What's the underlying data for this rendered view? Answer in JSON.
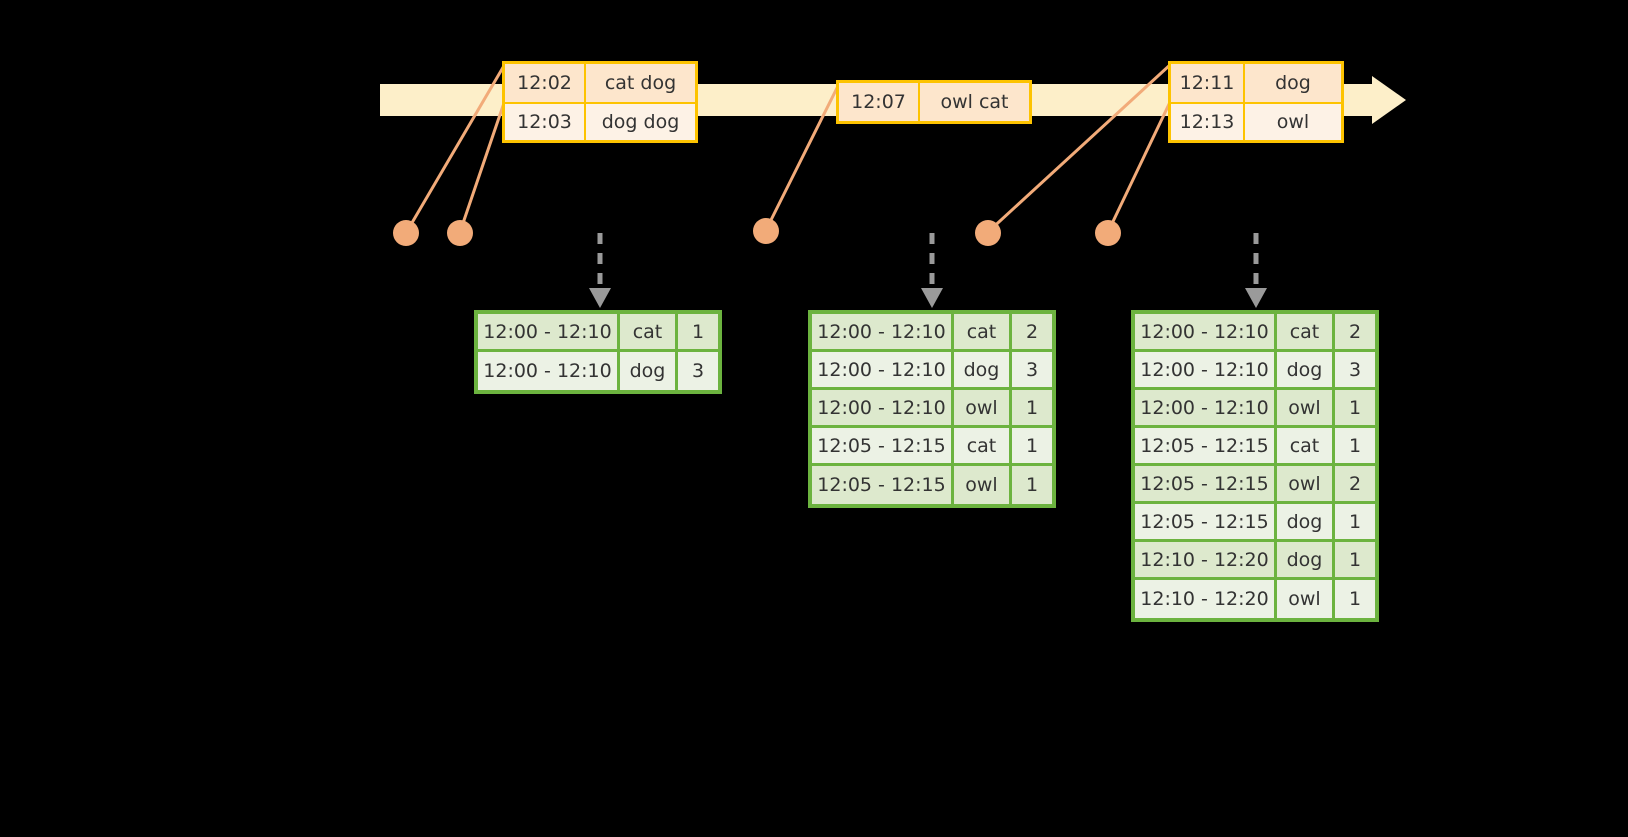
{
  "colors": {
    "background": "#000000",
    "timeline_fill": "#fdefc9",
    "event_border": "#fdc300",
    "event_fill_dark": "#fde6cc",
    "event_fill_light": "#fdf2e6",
    "connector": "#f2ab79",
    "dot": "#f2ab79",
    "table_border": "#6cb33f",
    "table_fill_dark": "#dde9cd",
    "table_fill_light": "#ecf2e5",
    "arrow_gray": "#9a9a9a",
    "text": "#333333"
  },
  "timeline": {
    "name": "event-stream-timeline",
    "event_groups": [
      {
        "id": "group-0",
        "events": [
          {
            "time": "12:02",
            "text": "cat dog"
          },
          {
            "time": "12:03",
            "text": "dog dog"
          }
        ]
      },
      {
        "id": "group-1",
        "events": [
          {
            "time": "12:07",
            "text": "owl cat"
          }
        ]
      },
      {
        "id": "group-2",
        "events": [
          {
            "time": "12:11",
            "text": "dog"
          },
          {
            "time": "12:13",
            "text": "owl"
          }
        ]
      }
    ]
  },
  "tables": [
    {
      "id": "table-0",
      "rows": [
        {
          "window": "12:00 - 12:10",
          "key": "cat",
          "count": "1"
        },
        {
          "window": "12:00 - 12:10",
          "key": "dog",
          "count": "3"
        }
      ]
    },
    {
      "id": "table-1",
      "rows": [
        {
          "window": "12:00 - 12:10",
          "key": "cat",
          "count": "2"
        },
        {
          "window": "12:00 - 12:10",
          "key": "dog",
          "count": "3"
        },
        {
          "window": "12:00 - 12:10",
          "key": "owl",
          "count": "1"
        },
        {
          "window": "12:05 - 12:15",
          "key": "cat",
          "count": "1"
        },
        {
          "window": "12:05 - 12:15",
          "key": "owl",
          "count": "1"
        }
      ]
    },
    {
      "id": "table-2",
      "rows": [
        {
          "window": "12:00 - 12:10",
          "key": "cat",
          "count": "2"
        },
        {
          "window": "12:00 - 12:10",
          "key": "dog",
          "count": "3"
        },
        {
          "window": "12:00 - 12:10",
          "key": "owl",
          "count": "1"
        },
        {
          "window": "12:05 - 12:15",
          "key": "cat",
          "count": "1"
        },
        {
          "window": "12:05 - 12:15",
          "key": "owl",
          "count": "2"
        },
        {
          "window": "12:05 - 12:15",
          "key": "dog",
          "count": "1"
        },
        {
          "window": "12:10 - 12:20",
          "key": "dog",
          "count": "1"
        },
        {
          "window": "12:10 - 12:20",
          "key": "owl",
          "count": "1"
        }
      ]
    }
  ],
  "icons": {
    "timeline_arrow": "arrow-right-icon",
    "emit_arrow": "arrow-down-dashed-icon",
    "event_dot": "event-dot-icon"
  }
}
